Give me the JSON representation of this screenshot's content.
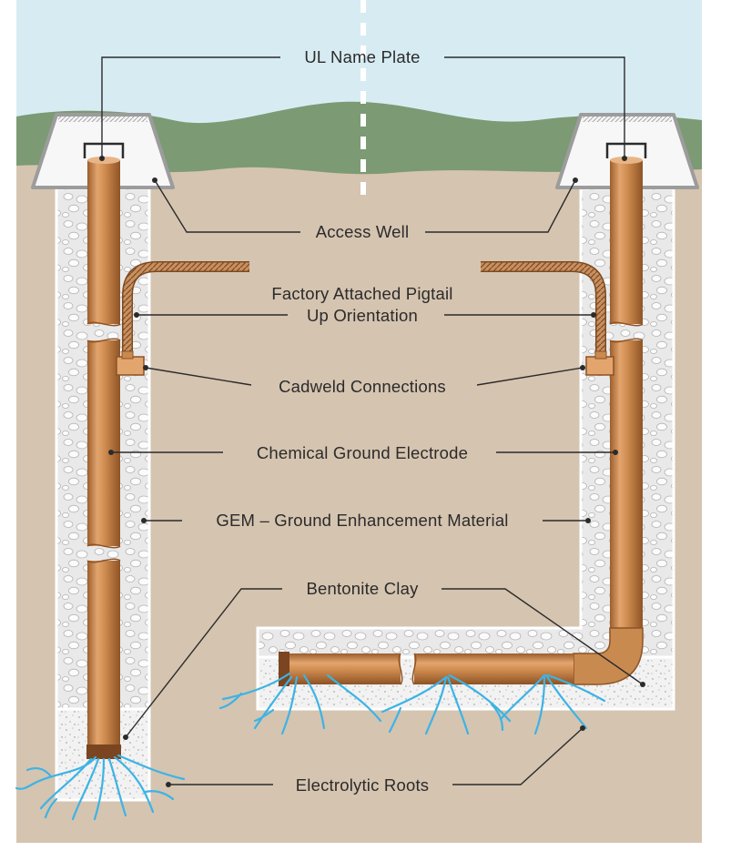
{
  "labels": {
    "ul_name_plate": "UL Name Plate",
    "access_well": "Access Well",
    "pigtail_line1": "Factory Attached Pigtail",
    "pigtail_line2": "Up Orientation",
    "cadweld": "Cadweld Connections",
    "electrode": "Chemical Ground Electrode",
    "gem": "GEM – Ground Enhancement Material",
    "bentonite": "Bentonite Clay",
    "roots": "Electrolytic Roots"
  },
  "colors": {
    "sky": "#d7ecf2",
    "grass": "#7c9a74",
    "soil": "#d5c4b0",
    "gem_fill": "#e6e6e6",
    "bentonite_fill": "#efefef",
    "copper": "#c98a50",
    "roots": "#3cb3e6",
    "text": "#2b2b2b"
  }
}
